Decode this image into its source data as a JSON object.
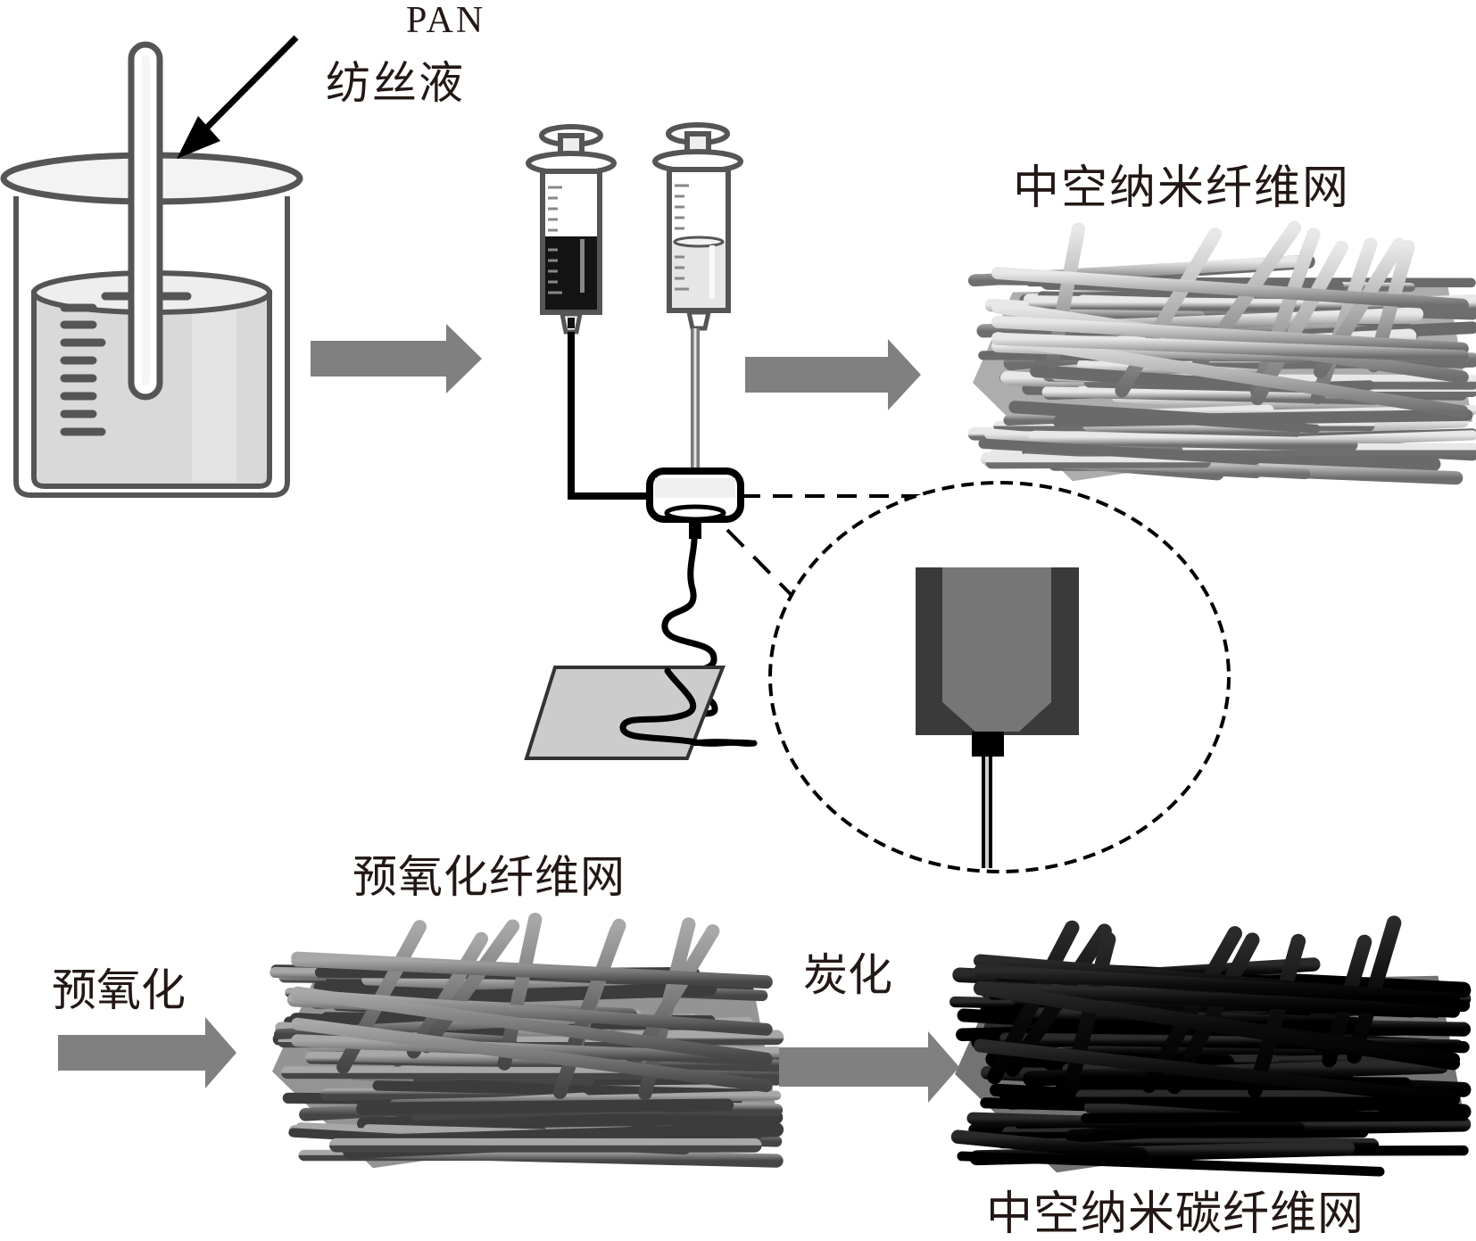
{
  "diagram": {
    "title": "Preparation process of hollow carbon nanofiber web",
    "labels": {
      "pan": "PAN",
      "spinning_solution": "纺丝液",
      "hollow_nanofiber_web": "中空纳米纤维网",
      "preoxidized_fiber_web": "预氧化纤维网",
      "preoxidation_step": "预氧化",
      "carbonization_step": "炭化",
      "hollow_carbon_nanofiber_web": "中空纳米碳纤维网"
    },
    "stages": [
      {
        "id": "beaker",
        "description": "beaker with PAN spinning solution and stirring rod"
      },
      {
        "id": "coaxial-electrospinning",
        "description": "two syringes (core: dark solution, shell: light solution) feeding a coaxial spinneret, jet deposited on collector, with magnified nozzle inset"
      },
      {
        "id": "hollow-nanofiber-web",
        "label_ref": "hollow_nanofiber_web"
      },
      {
        "id": "preoxidized-fiber-web",
        "label_ref": "preoxidized_fiber_web"
      },
      {
        "id": "hollow-carbon-nanofiber-web",
        "label_ref": "hollow_carbon_nanofiber_web"
      }
    ],
    "colors": {
      "arrow": "#808080",
      "outline": "#555555",
      "liquid": "#d9d9d9",
      "core_solution": "#141414",
      "shell_solution": "#e6e6e6",
      "fiber_light": "#b5b5b5",
      "fiber_mid": "#7a7a7a",
      "fiber_dark": "#0a0a0a",
      "nozzle_outer": "#3a3a3a",
      "nozzle_inner": "#767676",
      "text": "#231815"
    }
  }
}
